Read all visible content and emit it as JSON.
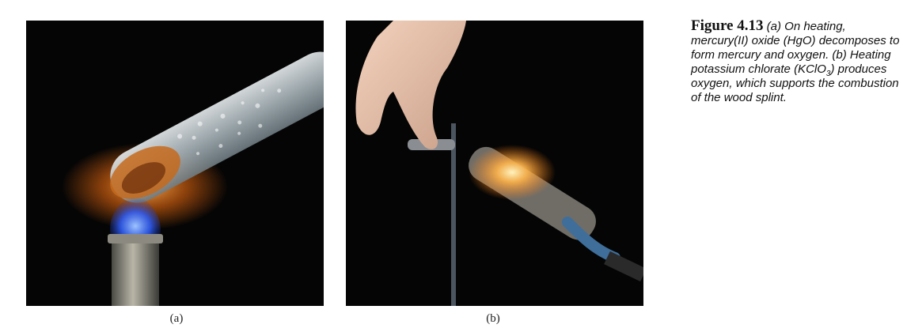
{
  "figure": {
    "number": "Figure 4.13",
    "caption_part1": "(a) On heating, mercury(II) oxide (HgO) decomposes to form mercury and oxygen. (b) Heating potassium chlorate (KClO",
    "caption_subscript": "3",
    "caption_part2": ") produces oxygen, which supports the combustion of the wood splint."
  },
  "panels": [
    {
      "label": "(a)"
    },
    {
      "label": "(b)"
    }
  ],
  "colors": {
    "background": "#050505",
    "flame_blue": "#3a6cff",
    "glow_orange": "#ff8a1e",
    "glass": "#c9d3d8"
  }
}
